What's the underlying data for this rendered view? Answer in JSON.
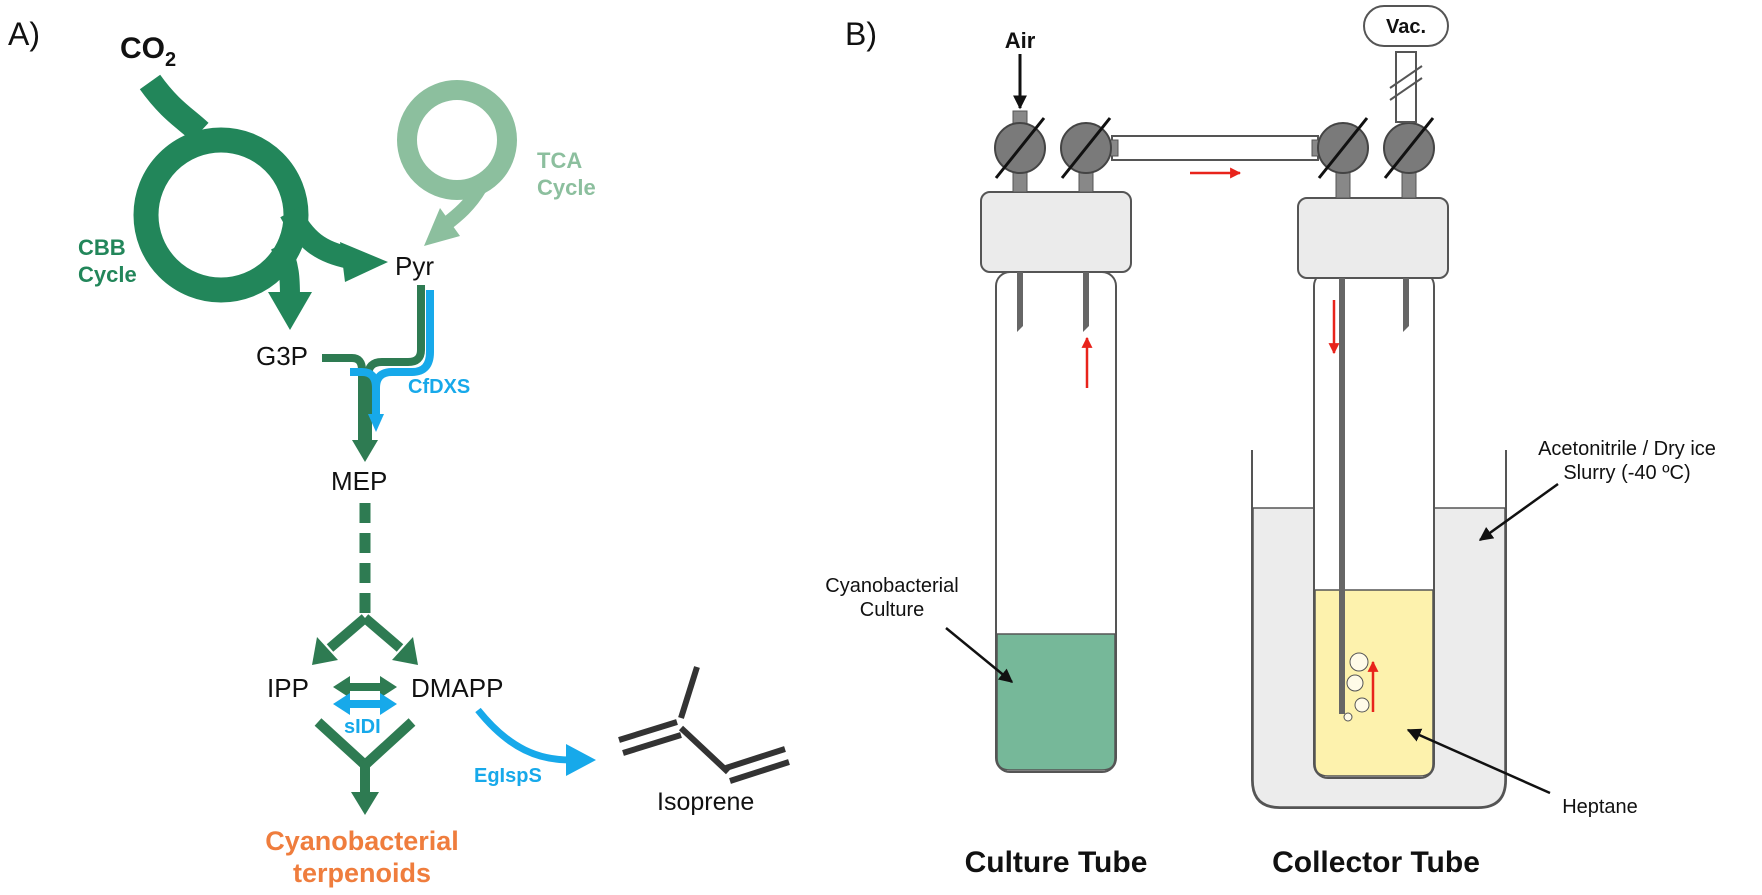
{
  "panel_a": {
    "label": "A)",
    "co2": {
      "main": "CO",
      "sub": "2"
    },
    "cbb": [
      "CBB",
      "Cycle"
    ],
    "tca": [
      "TCA",
      "Cycle"
    ],
    "pyr": "Pyr",
    "g3p": "G3P",
    "cfdxs": "CfDXS",
    "mep": "MEP",
    "ipp": "IPP",
    "dmapp": "DMAPP",
    "sidi": "sIDI",
    "egisps": "EgIspS",
    "isoprene": "Isoprene",
    "terpenoids": [
      "Cyanobacterial",
      "terpenoids"
    ]
  },
  "panel_b": {
    "label": "B)",
    "air": "Air",
    "vac": "Vac.",
    "culture": [
      "Cyanobacterial",
      "Culture"
    ],
    "slurry": [
      "Acetonitrile / Dry ice",
      "Slurry (-40 ºC)"
    ],
    "heptane": "Heptane",
    "culture_tube": "Culture Tube",
    "collector_tube": "Collector Tube"
  },
  "colors": {
    "dark_green": "#2e7b52",
    "cbb_green": "#22865a",
    "tca_green": "#8cbf9e",
    "blue": "#17a9ea",
    "orange": "#ef7d3d",
    "culture_green": "#76b899",
    "heptane_yellow": "#fdf2ad",
    "slurry_gray": "#ececec",
    "red": "#e8231b"
  }
}
